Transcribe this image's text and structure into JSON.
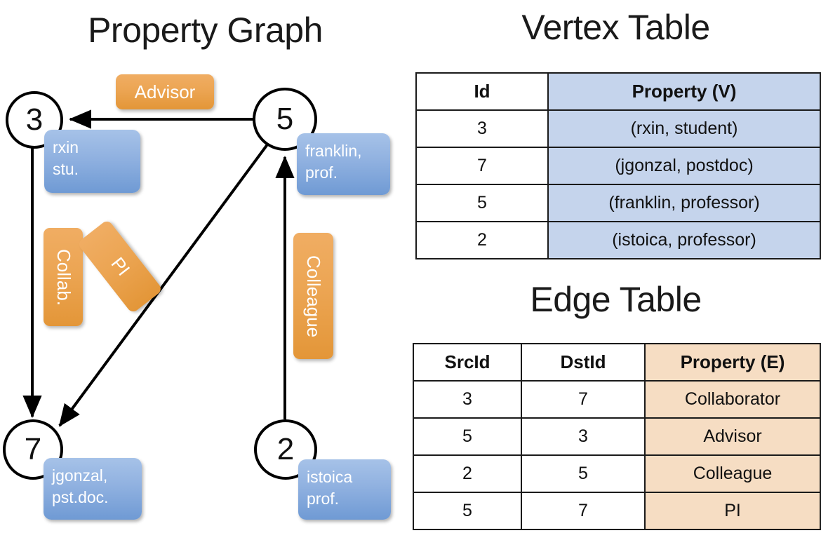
{
  "titles": {
    "property_graph": "Property Graph",
    "vertex_table": "Vertex Table",
    "edge_table": "Edge Table"
  },
  "colors": {
    "vertex_property_fill": "#c5d4ec",
    "edge_property_fill": "#f6ddc3",
    "node_property_box": "#8fb0df",
    "edge_label_box": "#eca553",
    "stroke": "#000000"
  },
  "graph": {
    "nodes": [
      {
        "id": "3",
        "label": "3",
        "property_lines": [
          "rxin",
          "stu."
        ]
      },
      {
        "id": "5",
        "label": "5",
        "property_lines": [
          "franklin,",
          "prof."
        ]
      },
      {
        "id": "7",
        "label": "7",
        "property_lines": [
          "jgonzal,",
          "pst.doc."
        ]
      },
      {
        "id": "2",
        "label": "2",
        "property_lines": [
          "istoica",
          "prof."
        ]
      }
    ],
    "node_properties": {
      "rxin_line1": "rxin",
      "rxin_line2": "stu.",
      "franklin_line1": "franklin,",
      "franklin_line2": "prof.",
      "jgonzal_line1": "jgonzal,",
      "jgonzal_line2": "pst.doc.",
      "istoica_line1": "istoica",
      "istoica_line2": "prof."
    },
    "edge_labels": {
      "advisor": "Advisor",
      "collab": "Collab.",
      "pi": "PI",
      "colleague": "Colleague"
    },
    "edges": [
      {
        "src": "5",
        "dst": "3",
        "label": "Advisor"
      },
      {
        "src": "3",
        "dst": "7",
        "label": "Collab."
      },
      {
        "src": "5",
        "dst": "7",
        "label": "PI"
      },
      {
        "src": "2",
        "dst": "5",
        "label": "Colleague"
      }
    ]
  },
  "vertex_table": {
    "headers": [
      "Id",
      "Property (V)"
    ],
    "rows": [
      {
        "id": "3",
        "property": "(rxin, student)"
      },
      {
        "id": "7",
        "property": "(jgonzal, postdoc)"
      },
      {
        "id": "5",
        "property": "(franklin, professor)"
      },
      {
        "id": "2",
        "property": "(istoica, professor)"
      }
    ]
  },
  "edge_table": {
    "headers": [
      "SrcId",
      "DstId",
      "Property (E)"
    ],
    "rows": [
      {
        "src": "3",
        "dst": "7",
        "property": "Collaborator"
      },
      {
        "src": "5",
        "dst": "3",
        "property": "Advisor"
      },
      {
        "src": "2",
        "dst": "5",
        "property": "Colleague"
      },
      {
        "src": "5",
        "dst": "7",
        "property": "PI"
      }
    ]
  }
}
